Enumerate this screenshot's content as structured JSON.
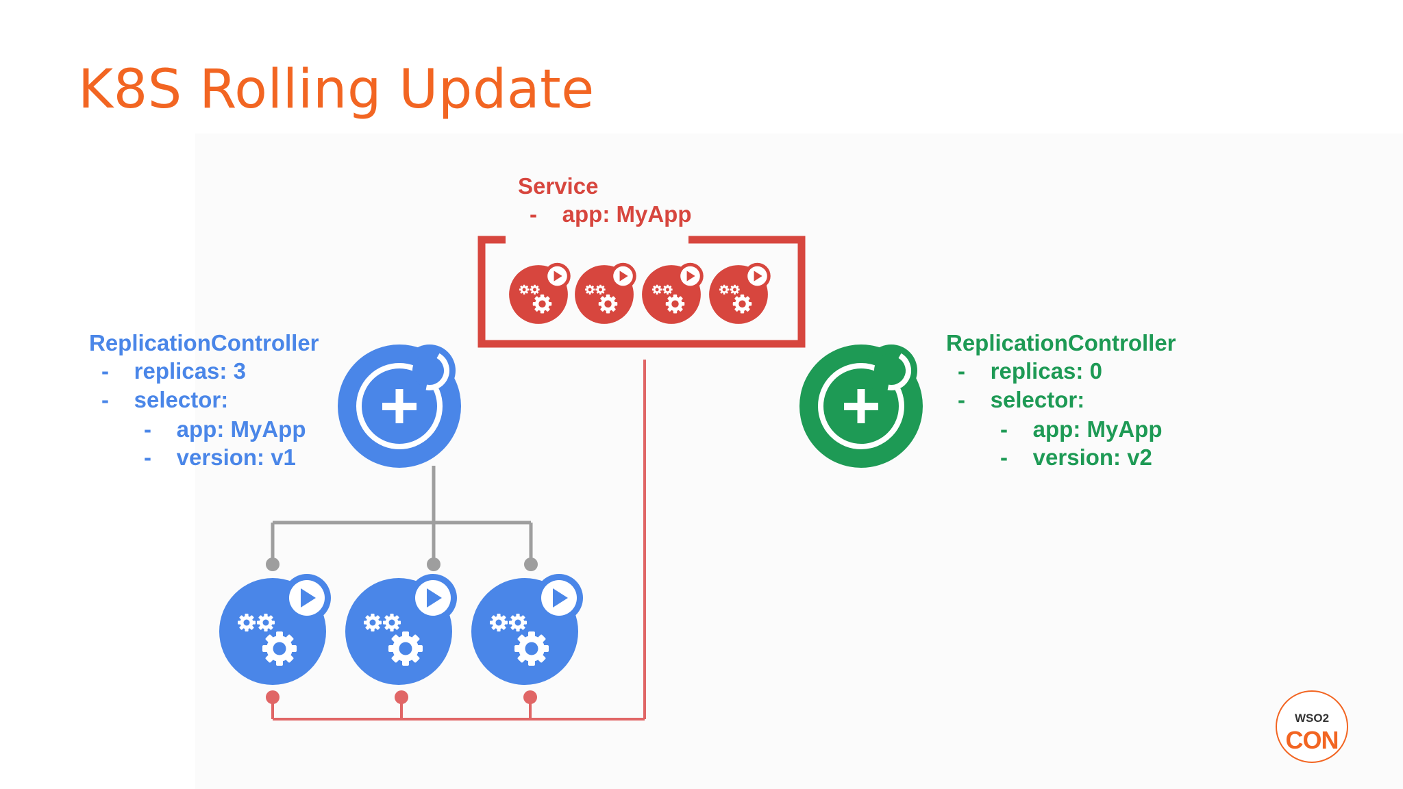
{
  "title": "K8S Rolling Update",
  "service": {
    "label": "Service",
    "selector": "-    app: MyApp"
  },
  "rc_v1": {
    "title": "ReplicationController",
    "replicas": "-    replicas: 3",
    "selector": "-    selector:",
    "app": "-    app: MyApp",
    "version": "-    version: v1"
  },
  "rc_v2": {
    "title": "ReplicationController",
    "replicas": "-    replicas: 0",
    "selector": "-    selector:",
    "app": "-    app: MyApp",
    "version": "-    version: v2"
  },
  "logo": {
    "top": "WSO2",
    "bottom": "CON"
  },
  "colors": {
    "title": "#f26522",
    "blue": "#4a86e8",
    "green": "#1e9a55",
    "red": "#d7463e",
    "connector_grey": "#9e9e9e",
    "connector_red": "#e06666"
  },
  "icons": {
    "replication_controller": "rc-plus-icon",
    "pod": "pod-gears-icon"
  }
}
